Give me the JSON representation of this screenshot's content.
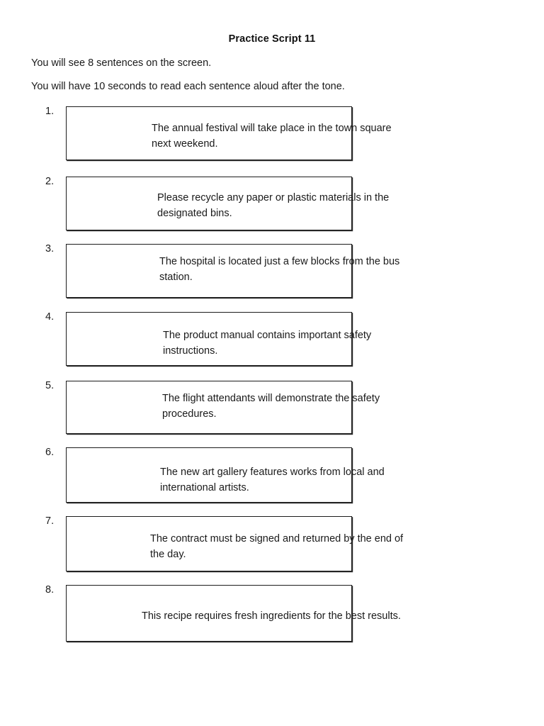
{
  "document": {
    "title": "Practice Script 11",
    "instructions": [
      "You will see 8 sentences on the screen.",
      "You will have 10 seconds to read each sentence aloud after the tone."
    ],
    "sentences": [
      {
        "number": "1.",
        "text": "The annual festival will take place in the town square next weekend."
      },
      {
        "number": "2.",
        "text": "Please recycle any paper or plastic materials in the designated bins."
      },
      {
        "number": "3.",
        "text": "The hospital is located just a few blocks from the bus station."
      },
      {
        "number": "4.",
        "text": "The product manual contains important safety instructions."
      },
      {
        "number": "5.",
        "text": "The flight attendants will demonstrate the safety procedures."
      },
      {
        "number": "6.",
        "text": "The new art gallery features works from local and international artists."
      },
      {
        "number": "7.",
        "text": "The contract must be signed and returned by the end of the day."
      },
      {
        "number": "8.",
        "text": "This recipe requires fresh ingredients for the best results."
      }
    ]
  },
  "colors": {
    "page_background": "#ffffff",
    "text": "#1a1a1a",
    "box_border": "#1c1c1c"
  }
}
